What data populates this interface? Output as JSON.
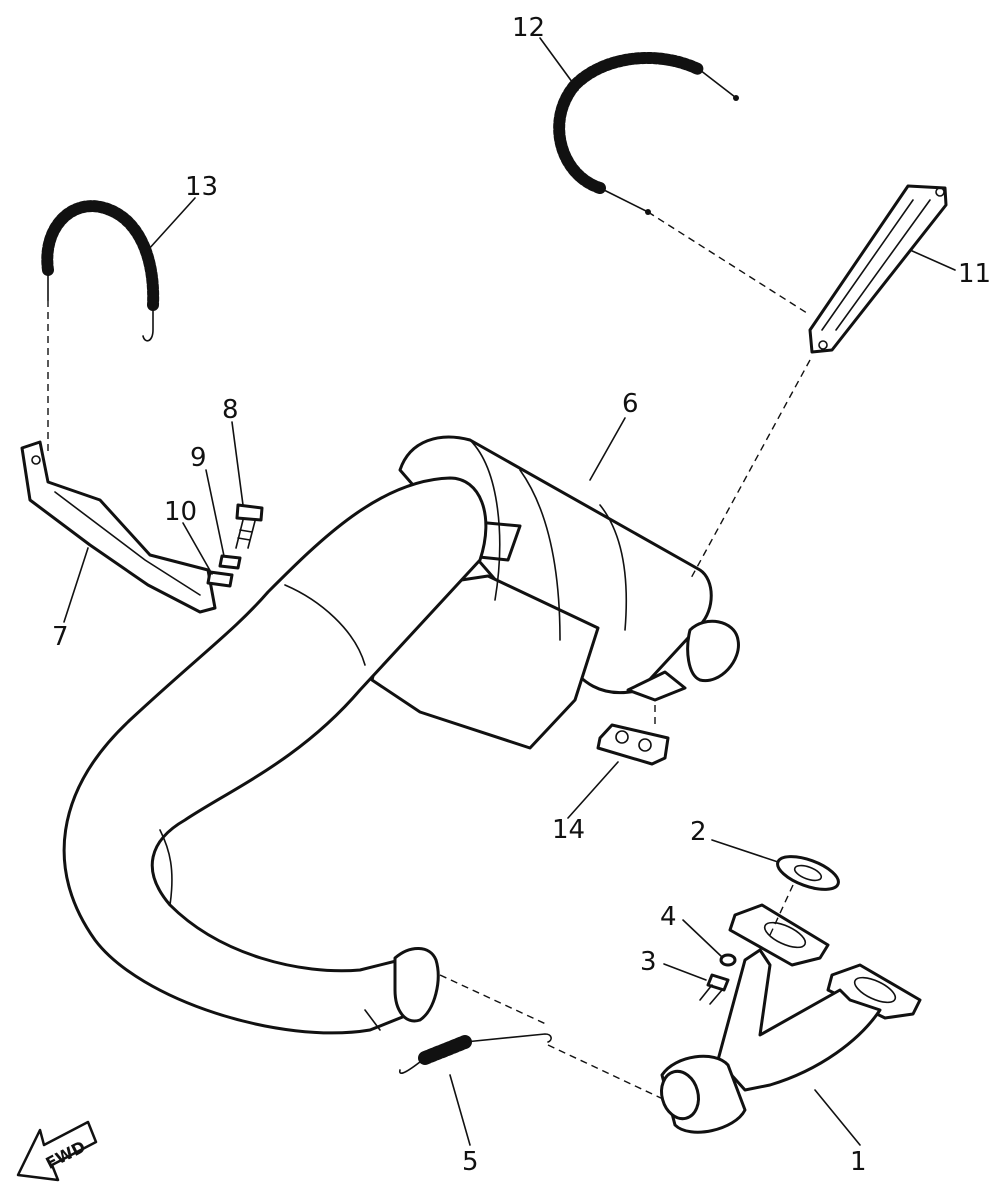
{
  "diagram": {
    "labels": {
      "p1": "1",
      "p2": "2",
      "p3": "3",
      "p4": "4",
      "p5": "5",
      "p6": "6",
      "p7": "7",
      "p8": "8",
      "p9": "9",
      "p10": "10",
      "p11": "11",
      "p12": "12",
      "p13": "13",
      "p14": "14"
    },
    "direction_indicator": "FWD"
  }
}
